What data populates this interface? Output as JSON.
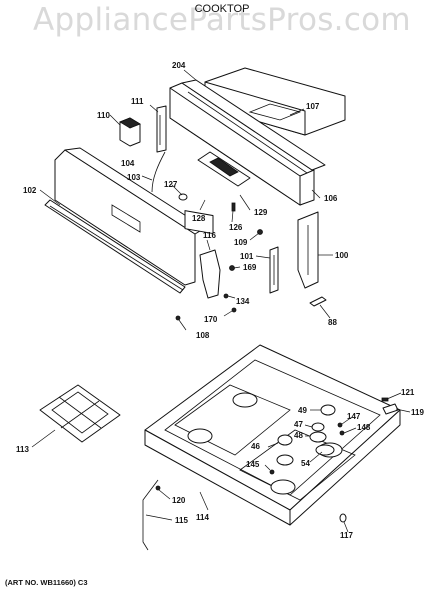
{
  "watermark": "AppliancePartsPros.com",
  "title": "COOKTOP",
  "art_number": "(ART NO. WB11660) C3",
  "labels": {
    "p204": "204",
    "p107": "107",
    "p111": "111",
    "p110": "110",
    "p104": "104",
    "p103": "103",
    "p127": "127",
    "p128": "128",
    "p126": "126",
    "p129": "129",
    "p106": "106",
    "p102": "102",
    "p116": "116",
    "p109": "109",
    "p101": "101",
    "p169": "169",
    "p100": "100",
    "p134": "134",
    "p170": "170",
    "p88": "88",
    "p108": "108",
    "p121": "121",
    "p119": "119",
    "p49": "49",
    "p147": "147",
    "p47": "47",
    "p48": "48",
    "p148": "148",
    "p46": "46",
    "p54": "54",
    "p145": "145",
    "p113": "113",
    "p120": "120",
    "p115": "115",
    "p114": "114",
    "p117": "117"
  }
}
